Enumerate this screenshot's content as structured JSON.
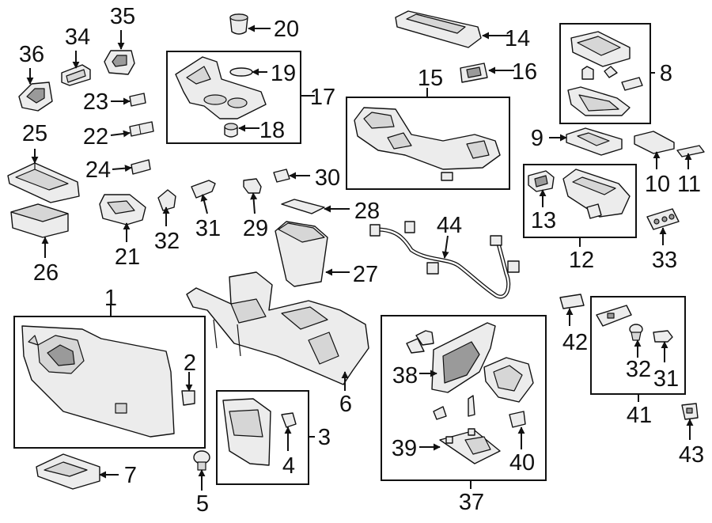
{
  "callouts": {
    "c1": "1",
    "c2": "2",
    "c3": "3",
    "c4": "4",
    "c5": "5",
    "c6": "6",
    "c7": "7",
    "c8": "8",
    "c9": "9",
    "c10": "10",
    "c11": "11",
    "c12": "12",
    "c13": "13",
    "c14": "14",
    "c15": "15",
    "c16": "16",
    "c17": "17",
    "c18": "18",
    "c19": "19",
    "c20": "20",
    "c21": "21",
    "c22": "22",
    "c23": "23",
    "c24": "24",
    "c25": "25",
    "c26": "26",
    "c27": "27",
    "c28": "28",
    "c29": "29",
    "c30": "30",
    "c31a": "31",
    "c31b": "31",
    "c32a": "32",
    "c32b": "32",
    "c33": "33",
    "c34": "34",
    "c35": "35",
    "c36": "36",
    "c37": "37",
    "c38": "38",
    "c39": "39",
    "c40": "40",
    "c41": "41",
    "c42": "42",
    "c43": "43",
    "c44": "44"
  }
}
